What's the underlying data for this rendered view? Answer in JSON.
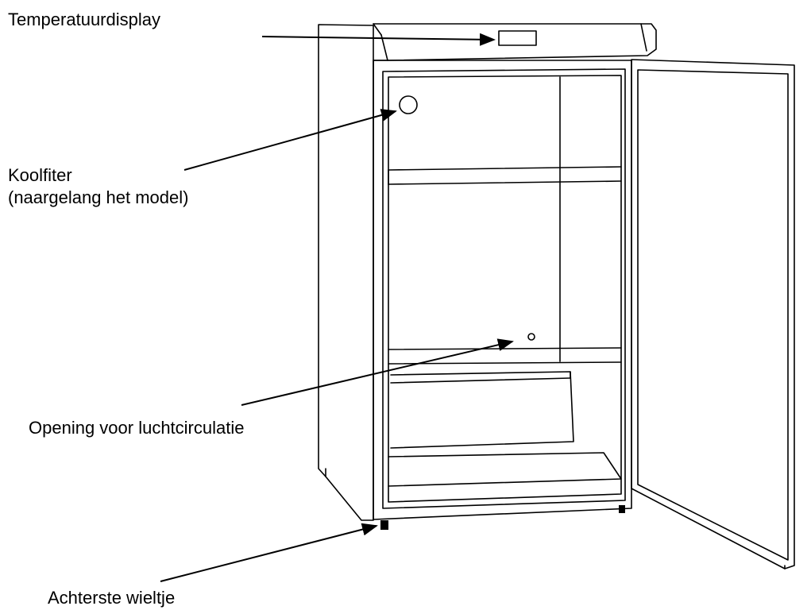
{
  "labels": {
    "temperature_display": "Temperatuurdisplay",
    "carbon_filter_line1": "Koolfiter",
    "carbon_filter_line2": "(naargelang het model)",
    "air_opening": "Opening voor luchtcirculatie",
    "rear_wheel": "Achterste wieltje"
  },
  "colors": {
    "line": "#000000",
    "background": "#ffffff"
  }
}
